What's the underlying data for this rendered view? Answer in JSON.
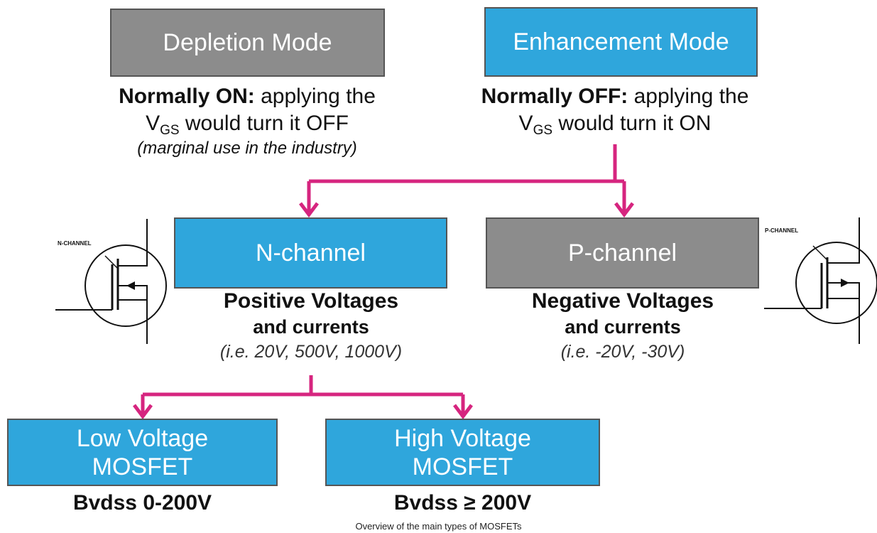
{
  "depletion": {
    "title": "Depletion Mode",
    "line1_bold": "Normally ON:",
    "line1_rest": " applying the",
    "line2_pre": "V",
    "line2_sub": "GS",
    "line2_rest": " would turn it OFF",
    "note": "(marginal use in the industry)"
  },
  "enhancement": {
    "title": "Enhancement Mode",
    "line1_bold": "Normally OFF:",
    "line1_rest": " applying the",
    "line2_pre": "V",
    "line2_sub": "GS",
    "line2_rest": " would turn it ON"
  },
  "nchannel": {
    "title": "N-channel",
    "line1": "Positive Voltages",
    "line2": "and currents",
    "note": "(i.e. 20V, 500V, 1000V)",
    "symbol_label": "N-CHANNEL"
  },
  "pchannel": {
    "title": "P-channel",
    "line1": "Negative Voltages",
    "line2": "and currents",
    "note": "(i.e. -20V, -30V)",
    "symbol_label": "P-CHANNEL"
  },
  "low_voltage": {
    "title_line1": "Low Voltage",
    "title_line2": "MOSFET",
    "spec": "Bvdss 0-200V"
  },
  "high_voltage": {
    "title_line1": "High Voltage",
    "title_line2": "MOSFET",
    "spec": "Bvdss ≥ 200V"
  },
  "caption": "Overview of the main types of MOSFETs",
  "colors": {
    "blue_box": "#2fa6dc",
    "gray_box": "#8c8c8c",
    "arrow": "#d6257f"
  }
}
